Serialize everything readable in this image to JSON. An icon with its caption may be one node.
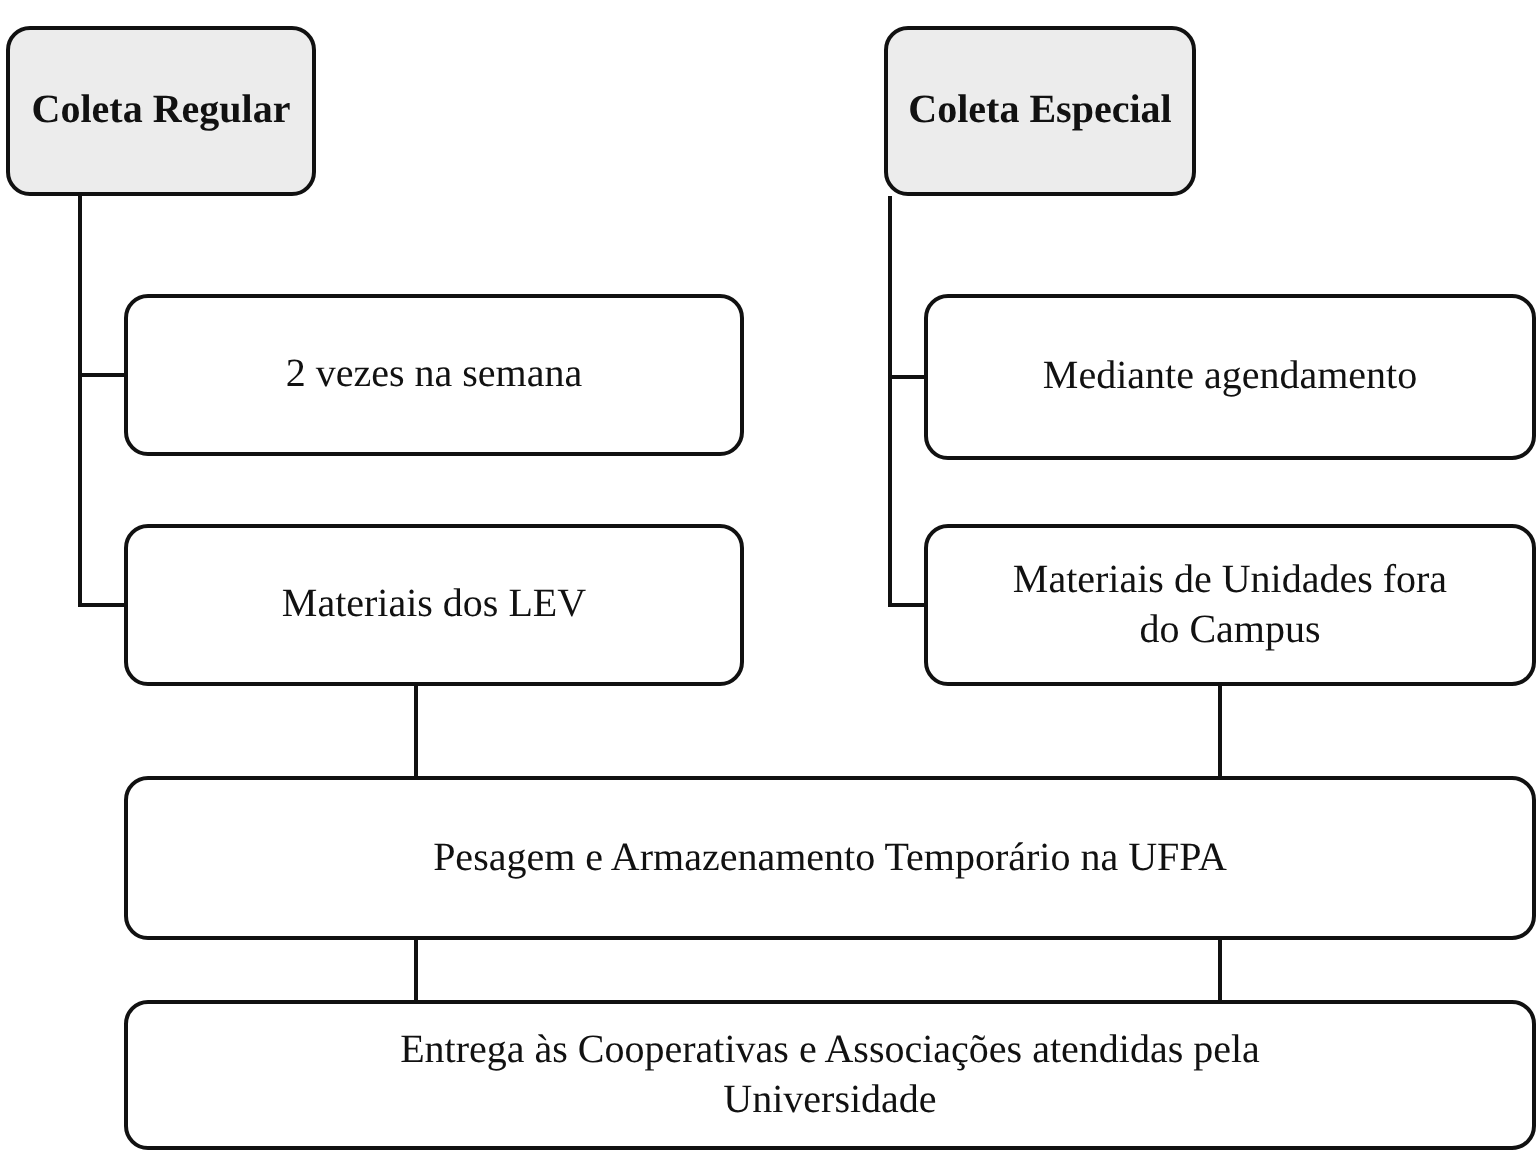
{
  "diagram": {
    "nodes": [
      {
        "text": [
          "Coleta Regular"
        ]
      },
      {
        "text": [
          "Coleta Especial"
        ]
      },
      {
        "text": [
          "2 vezes na semana"
        ]
      },
      {
        "text": [
          "Materiais dos LEV"
        ]
      },
      {
        "text": [
          "Mediante agendamento"
        ]
      },
      {
        "text": [
          "Materiais de Unidades fora do Campus"
        ]
      },
      {
        "text": [
          "Pesagem e Armazenamento Temporário na UFPA"
        ]
      },
      {
        "text": [
          "Entrega às Cooperativas e Associações atendidas pela Universidade"
        ]
      }
    ],
    "edges": [
      {
        "from": 0,
        "to": 2,
        "arrow": "none"
      },
      {
        "from": 0,
        "to": 3,
        "arrow": "none"
      },
      {
        "from": 1,
        "to": 4,
        "arrow": "none"
      },
      {
        "from": 1,
        "to": 5,
        "arrow": "none"
      },
      {
        "from": 3,
        "to": 6,
        "arrow": "none"
      },
      {
        "from": 5,
        "to": 6,
        "arrow": "none"
      },
      {
        "from": 6,
        "to": 7,
        "arrow": "none"
      },
      {
        "from": 6,
        "to": 7,
        "arrow": "none"
      }
    ]
  }
}
